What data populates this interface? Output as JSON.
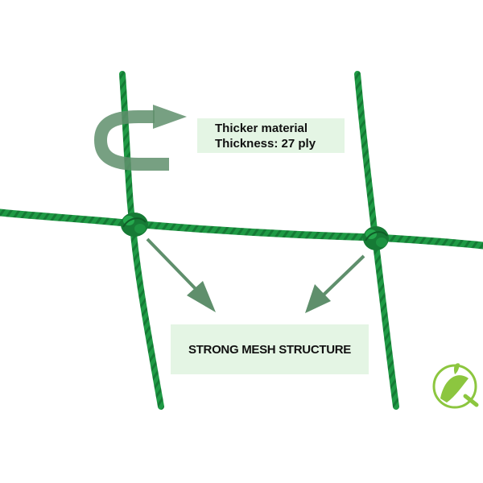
{
  "callouts": {
    "material_line_1": "Thicker material",
    "material_line_2": "Thickness: 27 ply",
    "structure": "STRONG MESH STRUCTURE"
  },
  "colors": {
    "rope_green": "#1f9a45",
    "rope_dark": "#13702f",
    "arrow_green": "#5f8f6c",
    "label_background": "#e4f5e4",
    "logo_green": "#8cc63f"
  },
  "icons": {
    "u_turn_arrow": "u-turn-arrow-icon",
    "pointer_arrows": "arrow-icon",
    "brand_logo": "leaf-logo-icon"
  }
}
